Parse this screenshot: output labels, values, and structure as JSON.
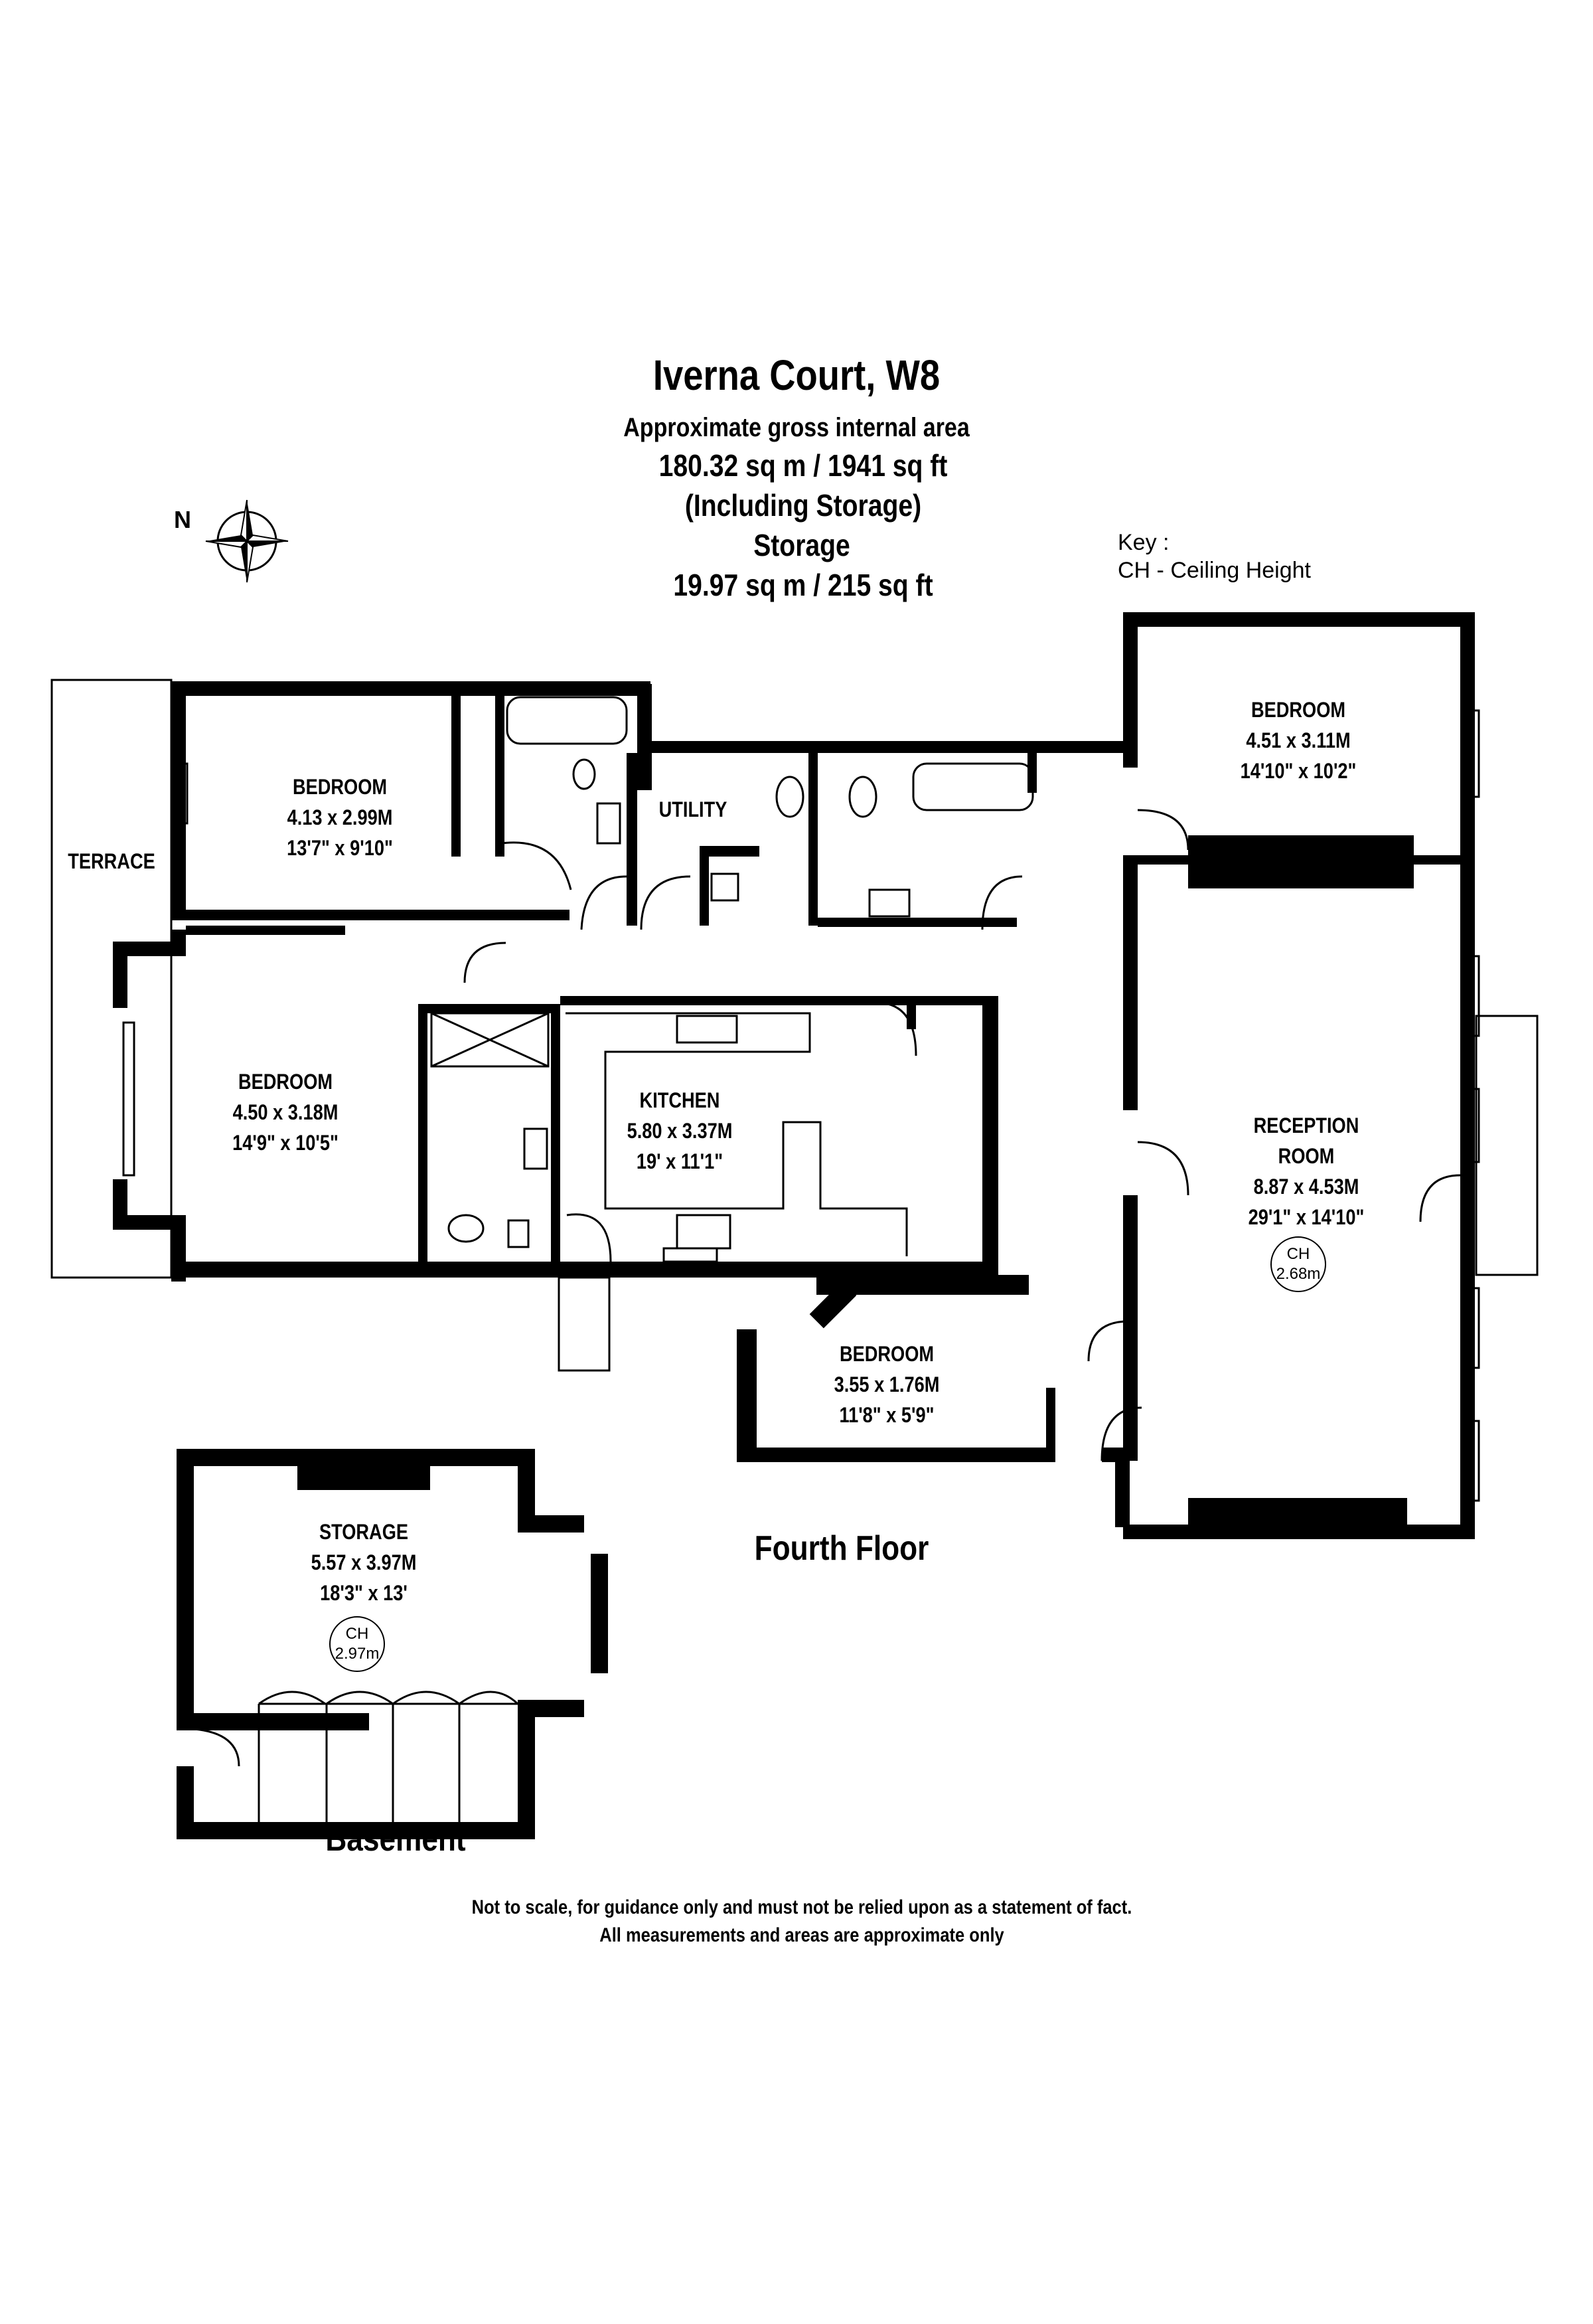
{
  "header": {
    "title": "Iverna Court, W8",
    "area_label": "Approximate gross internal area",
    "area_value": "180.32 sq m / 1941 sq ft",
    "area_note": "(Including Storage)",
    "storage_label": "Storage",
    "storage_value": "19.97 sq m / 215 sq ft"
  },
  "compass": {
    "north_label": "N",
    "icon": "compass-rose-icon"
  },
  "key": {
    "title": "Key :",
    "item": "CH - Ceiling Height"
  },
  "rooms": {
    "bedroom_ne": {
      "name": "BEDROOM",
      "metric": "4.51 x 3.11M",
      "imperial": "14'10\" x 10'2\""
    },
    "bedroom_nw": {
      "name": "BEDROOM",
      "metric": "4.13 x 2.99M",
      "imperial": "13'7\" x 9'10\""
    },
    "utility": {
      "name": "UTILITY"
    },
    "terrace": {
      "name": "TERRACE"
    },
    "bedroom_w": {
      "name": "BEDROOM",
      "metric": "4.50 x 3.18M",
      "imperial": "14'9\" x 10'5\""
    },
    "kitchen": {
      "name": "KITCHEN",
      "metric": "5.80 x 3.37M",
      "imperial": "19' x 11'1\""
    },
    "reception": {
      "name": "RECEPTION",
      "name2": "ROOM",
      "metric": "8.87 x 4.53M",
      "imperial": "29'1\" x 14'10\"",
      "ch_label": "CH",
      "ch_value": "2.68m"
    },
    "bedroom_s": {
      "name": "BEDROOM",
      "metric": "3.55 x 1.76M",
      "imperial": "11'8\" x 5'9\""
    },
    "storage": {
      "name": "STORAGE",
      "metric": "5.57 x 3.97M",
      "imperial": "18'3\" x 13'",
      "ch_label": "CH",
      "ch_value": "2.97m"
    }
  },
  "floors": {
    "fourth": "Fourth Floor",
    "basement": "Basement"
  },
  "disclaimer": {
    "line1": "Not to scale, for guidance only and must not be relied upon as a statement of fact.",
    "line2": "All measurements and areas are approximate only"
  }
}
